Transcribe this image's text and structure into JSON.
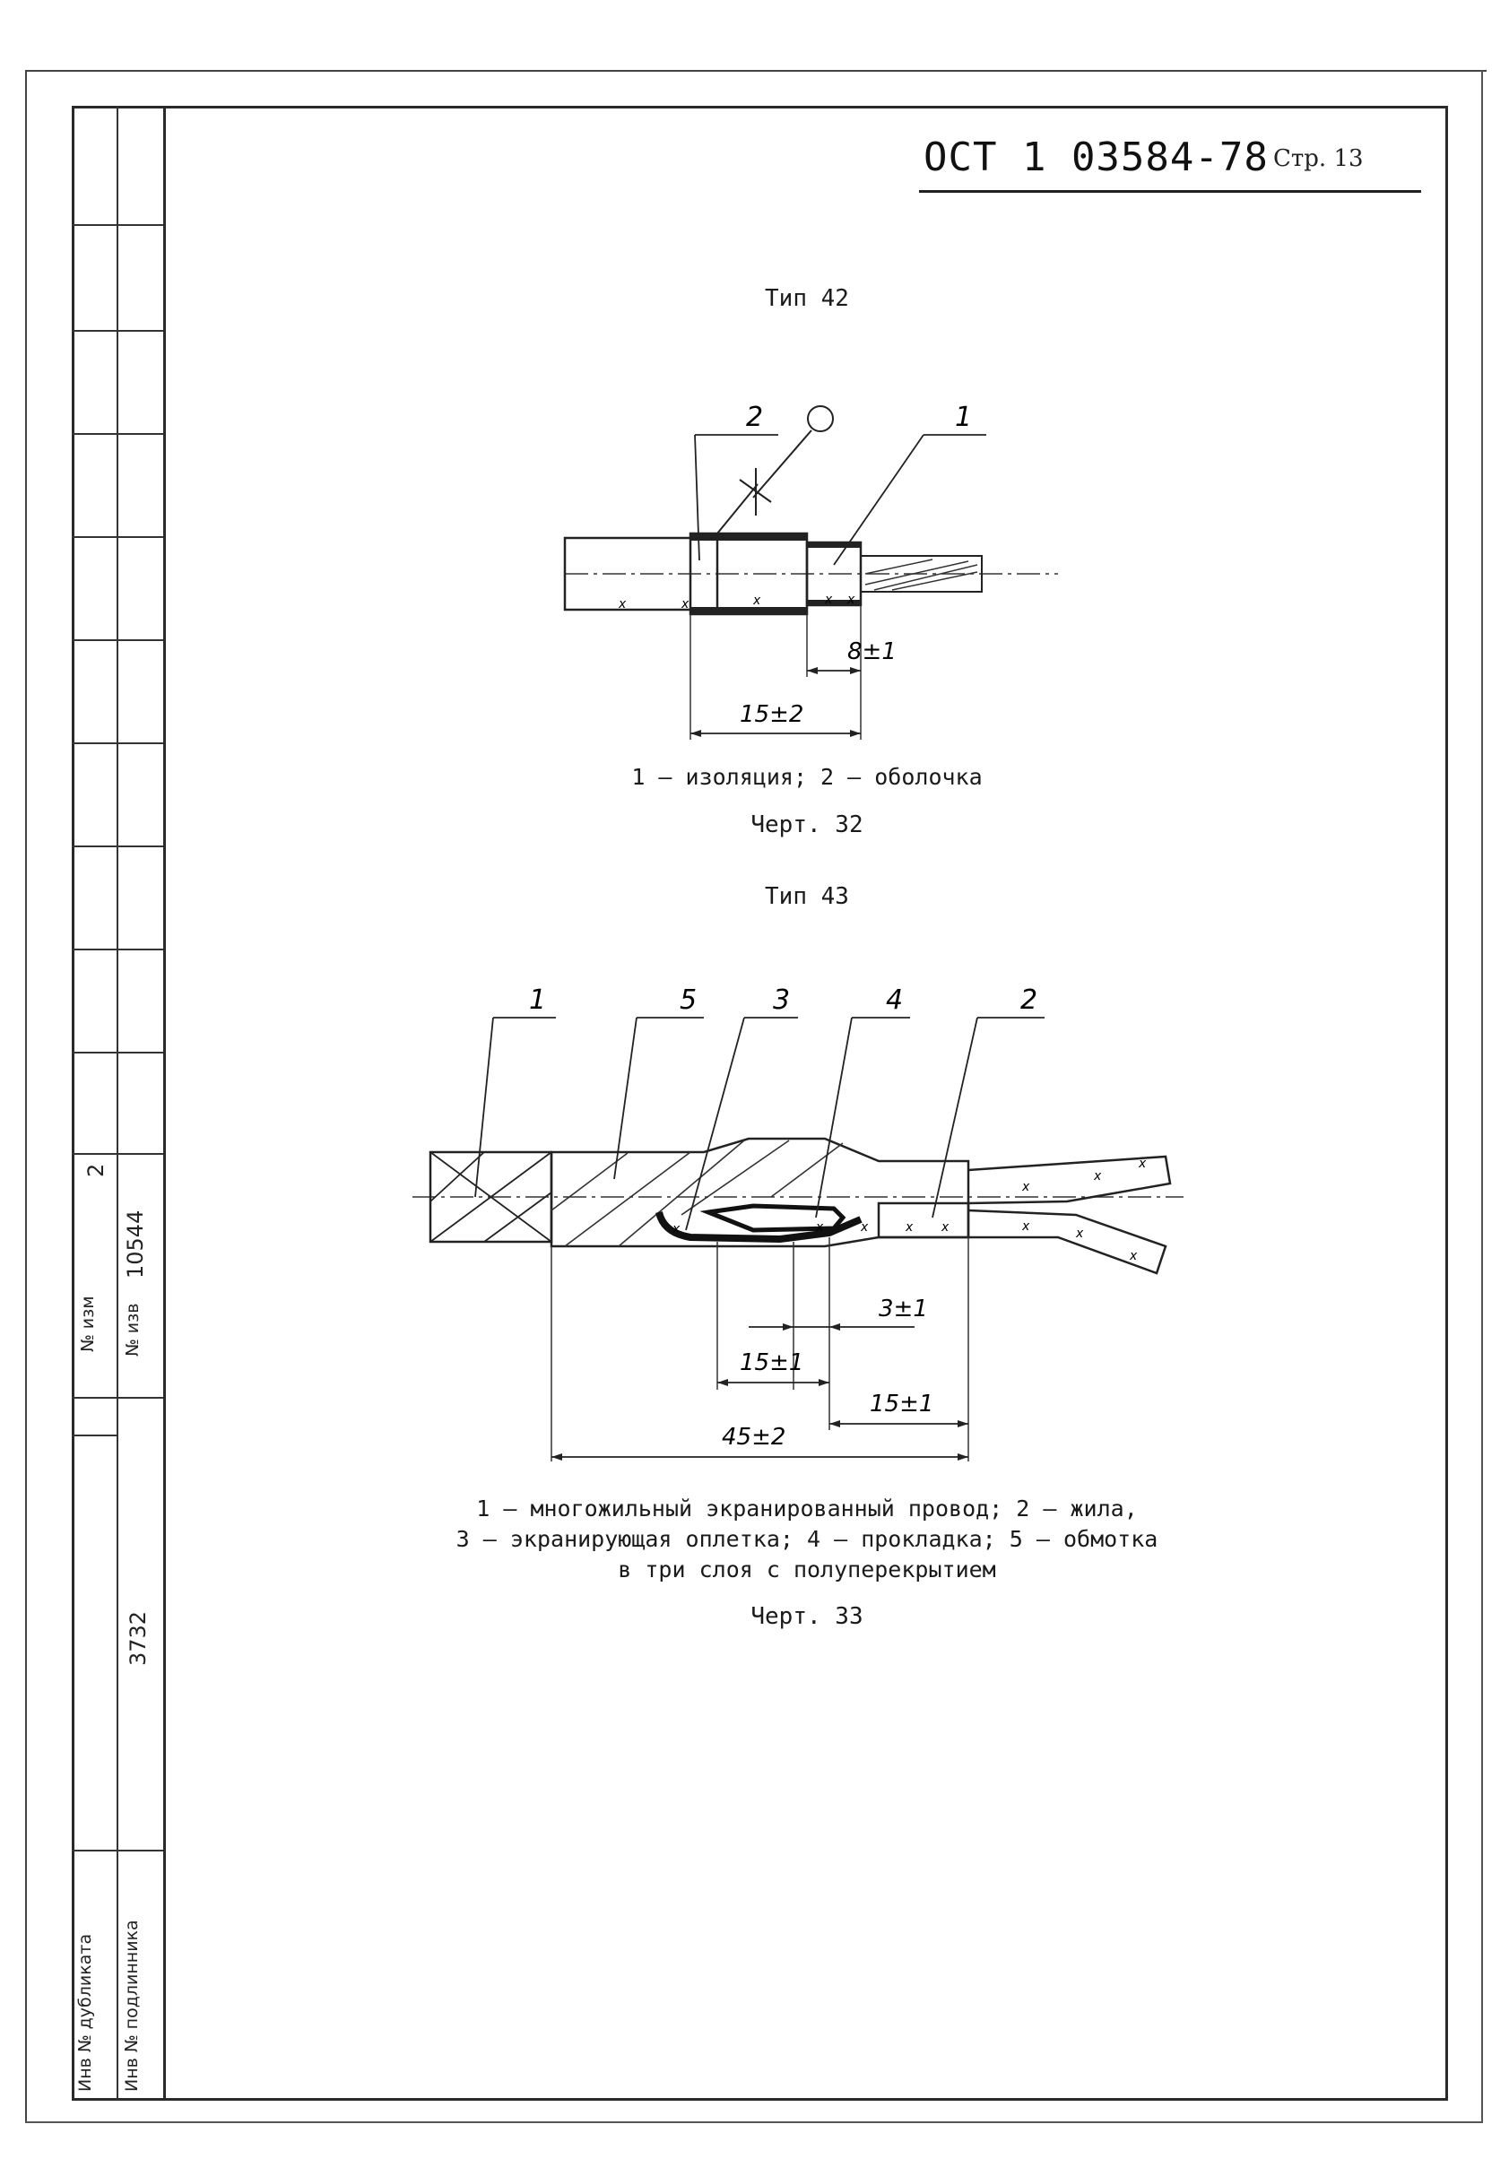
{
  "header": {
    "standard_code": "ОСТ 1 03584-78",
    "page": "Стр. 13"
  },
  "fig32": {
    "type_label": "Тип 42",
    "callouts": [
      "2",
      "1"
    ],
    "dims": [
      "8±1",
      "15±2"
    ],
    "caption": "1 – изоляция; 2 – оболочка",
    "fig_label": "Черт. 32"
  },
  "fig33": {
    "type_label": "Тип 43",
    "callouts": [
      "1",
      "5",
      "3",
      "4",
      "2"
    ],
    "dims": [
      "3±1",
      "15±1",
      "15±1",
      "45±2"
    ],
    "caption_lines": [
      "1 – многожильный экранированный провод; 2 – жила,",
      "3 – экранирующая оплетка; 4 – прокладка; 5 – обмотка",
      "в три слоя с полуперекрытием"
    ],
    "fig_label": "Черт. 33"
  },
  "stamp": {
    "izm_label": "№ изм",
    "izm_value": "2",
    "izv_label": "№ изв",
    "izv_value": "10544",
    "number": "3732",
    "dublikat_label": "Инв № дубликата",
    "podlinnik_label": "Инв № подлинника"
  }
}
